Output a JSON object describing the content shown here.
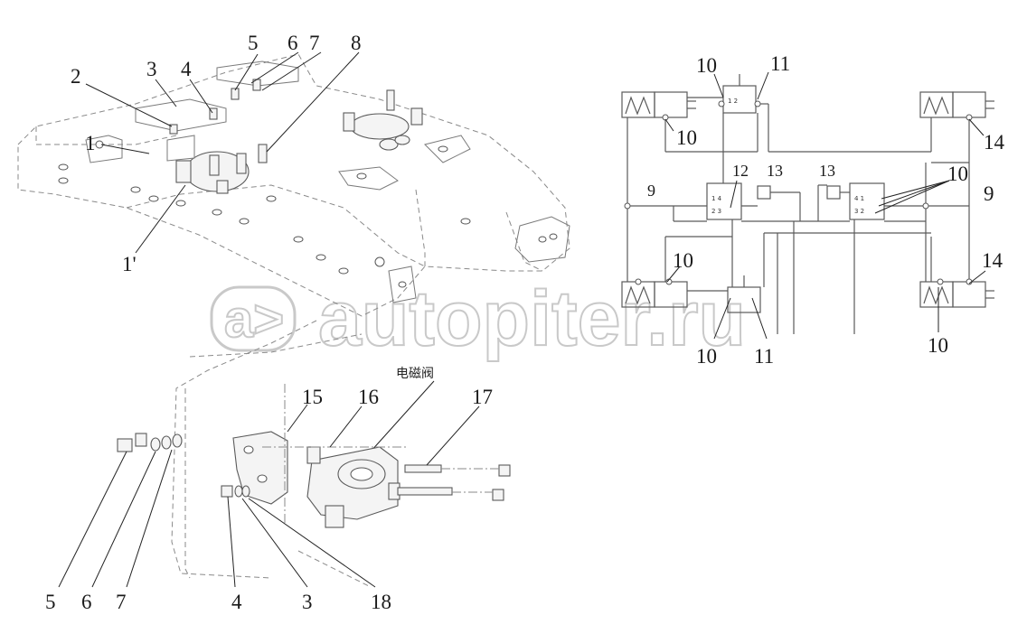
{
  "callouts_left": [
    "2",
    "3",
    "4",
    "5",
    "6",
    "7",
    "8",
    "1",
    "1'"
  ],
  "callouts_right": [
    "10",
    "11",
    "10",
    "14",
    "12",
    "13",
    "13",
    "10",
    "9",
    "9",
    "10",
    "14",
    "10",
    "11",
    "10"
  ],
  "callouts_bottom": [
    "15",
    "16",
    "17",
    "5",
    "6",
    "7",
    "4",
    "3",
    "18"
  ],
  "chinese_label": "电磁阀",
  "watermark": {
    "text": "autopiter.ru"
  }
}
